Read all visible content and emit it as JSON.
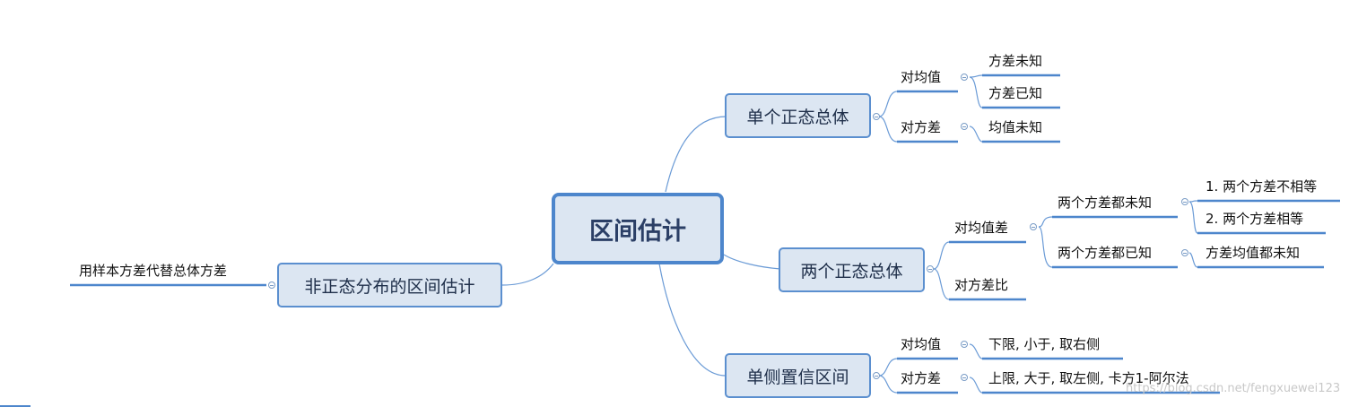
{
  "root": {
    "label": "区间估计"
  },
  "branches": {
    "single": {
      "label": "单个正态总体",
      "mean": {
        "label": "对均值",
        "known_unknown": "方差未知",
        "known": "方差已知"
      },
      "variance": {
        "label": "对方差",
        "case": "均值未知"
      }
    },
    "two": {
      "label": "两个正态总体",
      "mean_diff": {
        "label": "对均值差",
        "both_unknown": {
          "label": "两个方差都未知",
          "case1": "1. 两个方差不相等",
          "case2": "2. 两个方差相等"
        },
        "both_known": {
          "label": "两个方差都已知",
          "case": "方差均值都未知"
        }
      },
      "variance_ratio": {
        "label": "对方差比"
      }
    },
    "one_sided": {
      "label": "单侧置信区间",
      "mean": {
        "label": "对均值",
        "case": "下限, 小于, 取右侧"
      },
      "variance": {
        "label": "对方差",
        "case": "上限, 大于, 取左侧, 卡方1-阿尔法"
      }
    },
    "non_normal": {
      "label": "非正态分布的区间估计",
      "case": "用样本方差代替总体方差"
    }
  },
  "colors": {
    "line": "#5b8fcf",
    "box_fill": "#dce6f2",
    "box_border": "#5b8fcf",
    "underline": "#4d86cc"
  },
  "watermark": "https://blog.csdn.net/fengxuewei123"
}
